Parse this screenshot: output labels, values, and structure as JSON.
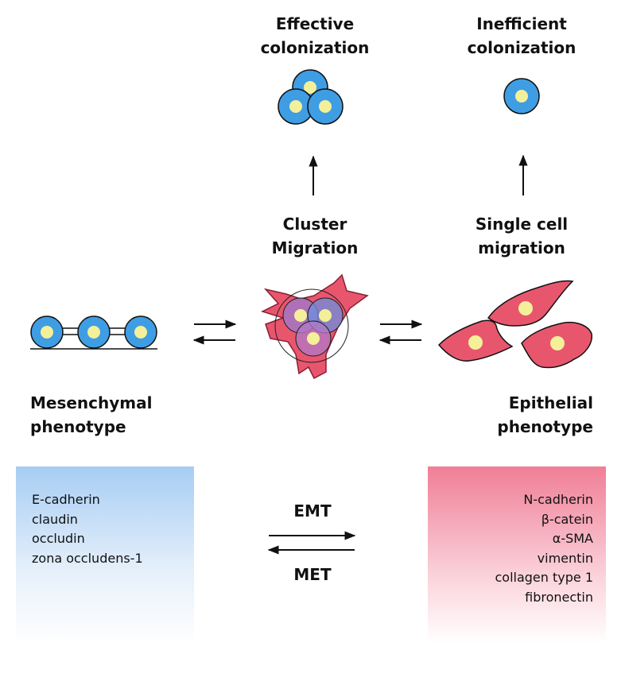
{
  "labels": {
    "effective": "Effective\ncolonization",
    "inefficient": "Inefficient\ncolonization",
    "cluster": "Cluster\nMigration",
    "single": "Single cell\nmigration",
    "mesenchymal": "Mesenchymal\nphenotype",
    "epithelial": "Epithelial\nphenotype"
  },
  "transitions": {
    "forward": "EMT",
    "reverse": "MET"
  },
  "left_markers": [
    "E-cadherin",
    "claudin",
    "occludin",
    "zona occludens-1"
  ],
  "right_markers": [
    "N-cadherin",
    "β-catein",
    "α-SMA",
    "vimentin",
    "collagen type 1",
    "fibronectin"
  ],
  "colors": {
    "cell_blue": "#3f9de3",
    "nucleus_yellow": "#f4f09a",
    "mesenchymal_pink": "#e8566e",
    "box_blue": "#a7cdf3",
    "box_pink": "#f07e96"
  },
  "icons": [
    "arrow-up-icon",
    "double-arrow-icon",
    "cell-icon"
  ]
}
